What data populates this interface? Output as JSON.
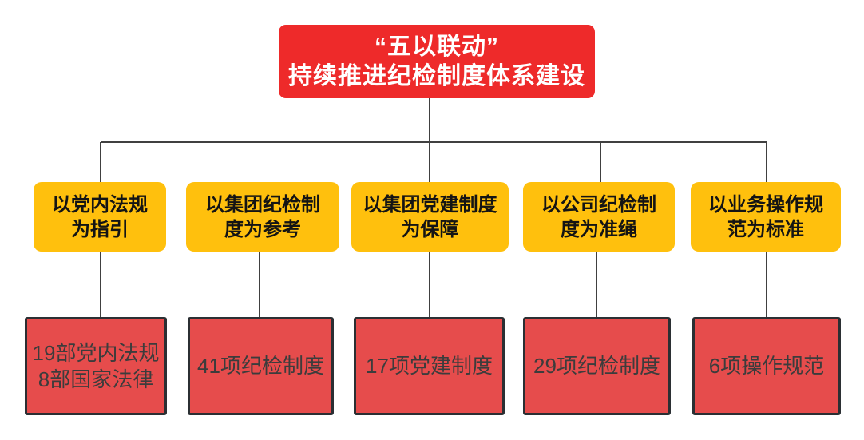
{
  "title": {
    "lines": [
      "“五以联动”",
      "持续推进纪检制度体系建设"
    ]
  },
  "branches": [
    {
      "label_lines": [
        "以党内法规",
        "为指引"
      ],
      "detail_lines": [
        "19部党内法规",
        "8部国家法律"
      ]
    },
    {
      "label_lines": [
        "以集团纪检制",
        "度为参考"
      ],
      "detail_lines": [
        "41项纪检制度"
      ]
    },
    {
      "label_lines": [
        "以集团党建制度",
        "为保障"
      ],
      "detail_lines": [
        "17项党建制度"
      ]
    },
    {
      "label_lines": [
        "以公司纪检制",
        "度为准绳"
      ],
      "detail_lines": [
        "29项纪检制度"
      ]
    },
    {
      "label_lines": [
        "以业务操作规",
        "范为标准"
      ],
      "detail_lines": [
        "6项操作规范"
      ]
    }
  ],
  "colors": {
    "page_bg": "#ffffff",
    "title_bg": "#ee2a2a",
    "title_text": "#ffffff",
    "branch_bg": "#ffc00d",
    "branch_text": "#141414",
    "detail_bg": "#e64c4c",
    "detail_border": "#2b2f33",
    "detail_text": "#3c3c3c",
    "connector": "#404040"
  }
}
